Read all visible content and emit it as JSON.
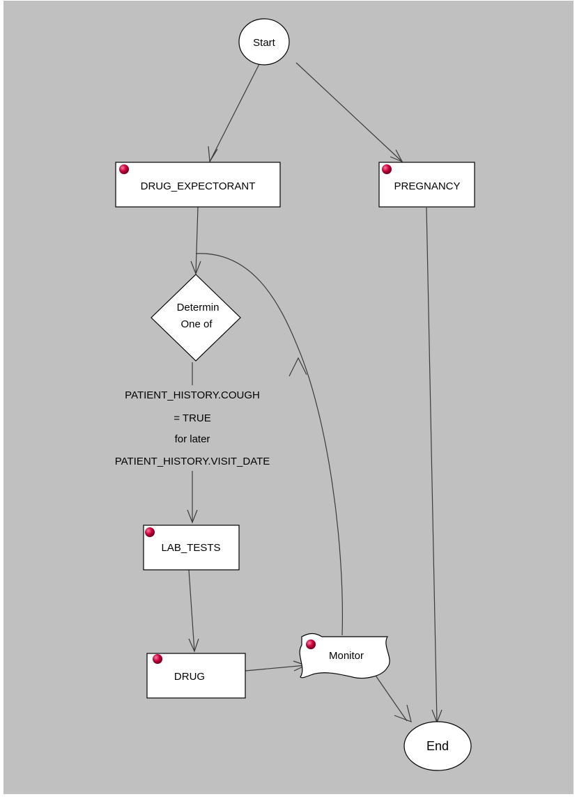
{
  "nodes": {
    "start": "Start",
    "drug_expectorant": "DRUG_EXPECTORANT",
    "pregnancy": "PREGNANCY",
    "decision_line1": "Determin",
    "decision_line2": "One of",
    "lab_tests": "LAB_TESTS",
    "drug": "DRUG",
    "monitor": "Monitor",
    "end": "End"
  },
  "edge_labels": {
    "decision_condition": [
      "PATIENT_HISTORY.COUGH",
      "= TRUE",
      "for later",
      "PATIENT_HISTORY.VISIT_DATE"
    ]
  },
  "colors": {
    "background": "#c0c0c0",
    "node_fill": "#ffffff",
    "status_dot": "#c8003c"
  }
}
